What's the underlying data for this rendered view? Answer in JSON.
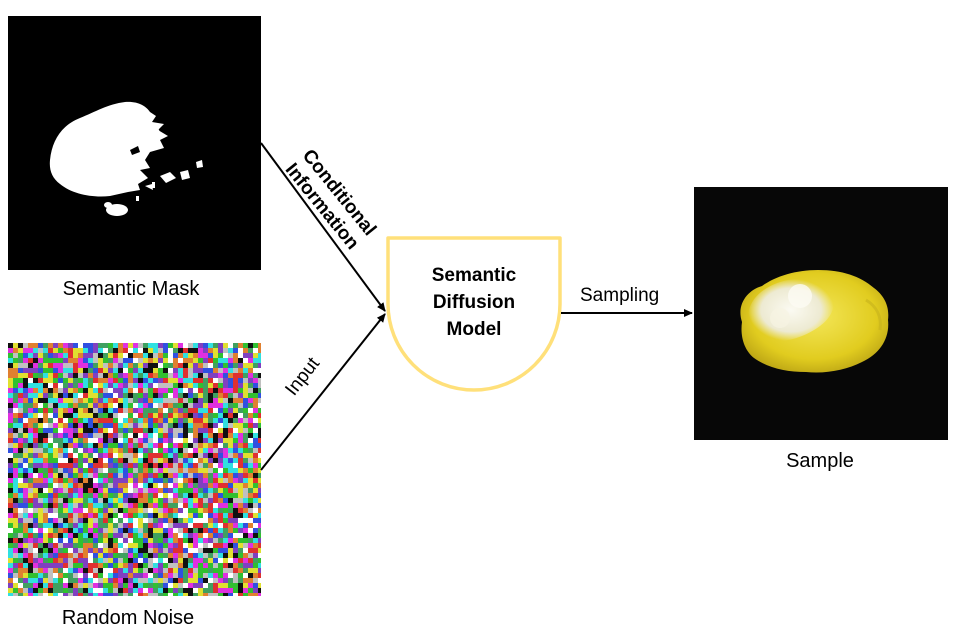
{
  "figure": {
    "nodes": {
      "semantic_mask": {
        "caption": "Semantic Mask"
      },
      "random_noise": {
        "caption": "Random Noise"
      },
      "model": {
        "title_lines": [
          "Semantic",
          "Diffusion",
          "Model"
        ]
      },
      "sample": {
        "caption": "Sample"
      }
    },
    "edges": {
      "mask_to_model": {
        "label_lines": [
          "Conditional",
          "Information"
        ]
      },
      "noise_to_model": {
        "label": "Input"
      },
      "model_to_sample": {
        "label": "Sampling"
      }
    }
  },
  "colors": {
    "model_outline": "#FFE07A",
    "background": "#FFFFFF",
    "mask_foreground": "#FFFFFF",
    "image_background": "#000000",
    "lemon": "#E8D62A",
    "mold": "#F3F1E2"
  },
  "icons": {
    "mask": "segmentation-mask-icon",
    "noise": "random-noise-icon",
    "sample": "lemon-sample-icon"
  }
}
